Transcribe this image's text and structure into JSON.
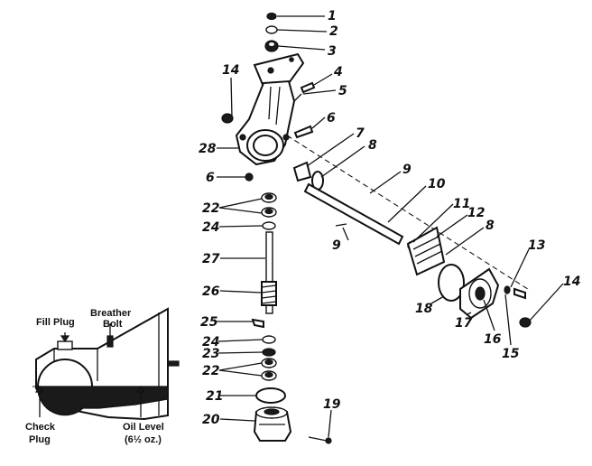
{
  "part_numbers": [
    "1",
    "2",
    "3",
    "4",
    "5",
    "6",
    "7",
    "8",
    "9",
    "10",
    "11",
    "12",
    "8",
    "13",
    "14",
    "14",
    "28",
    "6",
    "22",
    "24",
    "27",
    "26",
    "25",
    "24",
    "23",
    "22",
    "21",
    "20",
    "19",
    "9",
    "18",
    "17",
    "16",
    "15"
  ],
  "inset_labels": {
    "fill_plug": "Fill Plug",
    "breather_line1": "Breather",
    "breather_line2": "Bolt",
    "check_line1": "Check",
    "check_line2": "Plug",
    "oil_line1": "Oil Level",
    "oil_line2": "(6½ oz.)"
  }
}
